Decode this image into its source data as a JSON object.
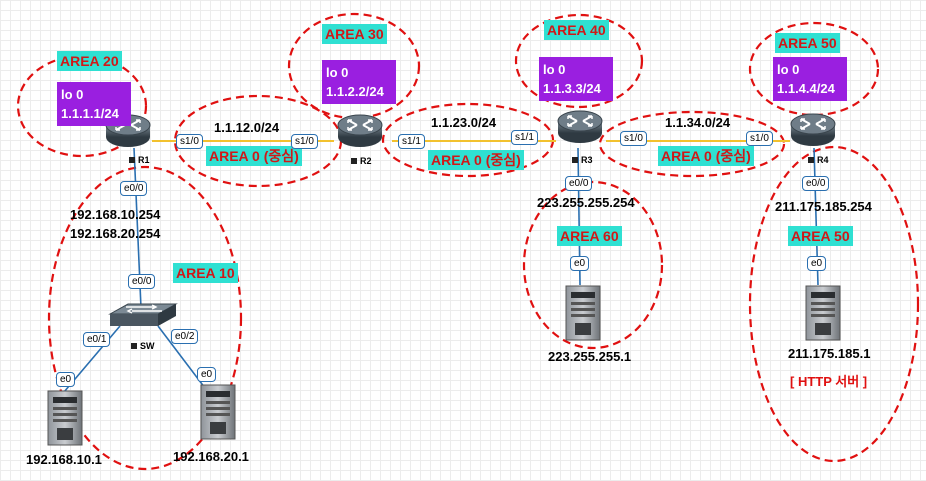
{
  "areas": {
    "area20": "AREA 20",
    "area30": "AREA 30",
    "area40": "AREA 40",
    "area50_top": "AREA 50",
    "area0_r1r2": "AREA 0 (중심)",
    "area0_r2r3": "AREA 0 (중심)",
    "area0_r3r4": "AREA 0 (중심)",
    "area10": "AREA 10",
    "area60": "AREA 60",
    "area50_bottom": "AREA 50"
  },
  "loopbacks": {
    "r1": "lo 0\n1.1.1.1/24",
    "r2": "lo 0\n1.1.2.2/24",
    "r3": "lo 0\n1.1.3.3/24",
    "r4": "lo 0\n1.1.4.4/24"
  },
  "networks": {
    "r1_r2": "1.1.12.0/24",
    "r2_r3": "1.1.23.0/24",
    "r3_r4": "1.1.34.0/24"
  },
  "ips": {
    "r1_lan_a": "192.168.10.254",
    "r1_lan_b": "192.168.20.254",
    "r3_lan": "223.255.255.254",
    "r4_lan": "211.175.185.254",
    "pc1": "192.168.10.1",
    "pc2": "192.168.20.1",
    "server3": "223.255.255.1",
    "server4": "211.175.185.1"
  },
  "devices": {
    "r1": "R1",
    "r2": "R2",
    "r3": "R3",
    "r4": "R4",
    "sw": "SW"
  },
  "ports": {
    "r1_s10": "s1/0",
    "r2_s10_left": "s1/0",
    "r2_s11": "s1/1",
    "r3_s11": "s1/1",
    "r3_s10": "s1/0",
    "r4_s10": "s1/0",
    "r1_e00": "e0/0",
    "sw_e00": "e0/0",
    "sw_e01": "e0/1",
    "sw_e02": "e0/2",
    "pc1_e0": "e0",
    "pc2_e0": "e0",
    "r3_e00": "e0/0",
    "server3_e0": "e0",
    "r4_e00": "e0/0",
    "server4_e0": "e0"
  },
  "notes": {
    "http_server": "[ HTTP 서버 ]"
  },
  "colors": {
    "area_bg": "#2fe0d2",
    "area_text": "#d01818",
    "loopback_bg": "#9a1fe0",
    "serial_link": "#f2c12e",
    "ethernet_link": "#2a6fb0",
    "dashed_boundary": "#e01010"
  }
}
